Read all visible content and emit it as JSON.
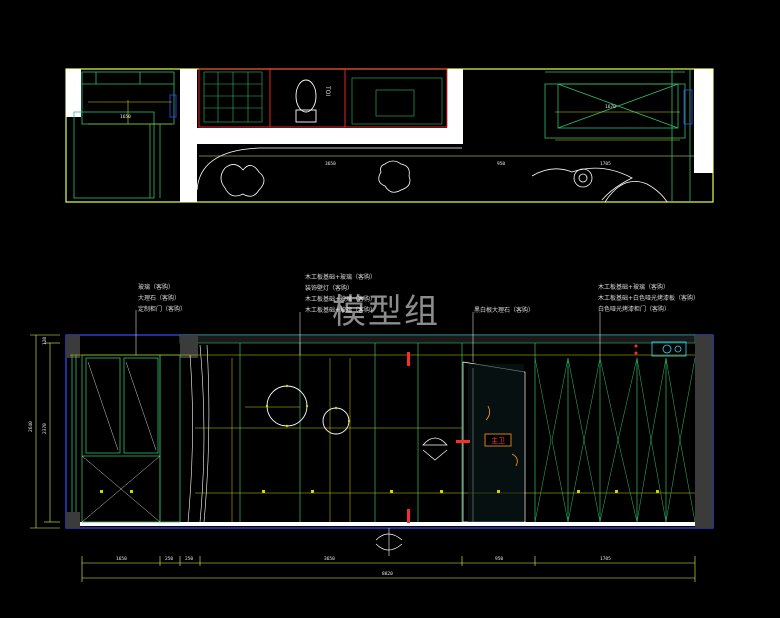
{
  "watermark": "模型组",
  "colors": {
    "background": "#000000",
    "frame_yellow": "#e6ff4a",
    "wall_white": "#ffffff",
    "line_green": "#2fbf6f",
    "dim_yellow": "#d4d400",
    "wall_blue": "#3a4cff",
    "accent_red": "#ff2a2a",
    "cyan": "#38d6ff"
  },
  "plan": {
    "dims": [
      "1650",
      "3650",
      "950",
      "1705",
      "1670"
    ],
    "toilet_label": "TOI"
  },
  "elevation": {
    "notes_left": [
      "玻璃（客购）",
      "大理石（客购）",
      "定制柜门（客购）"
    ],
    "notes_center": [
      "木工板基础+玻璃（客购）",
      "装饰壁灯（客购）",
      "木工板基础+玻璃（客购）",
      "木工板基础+玻璃（客购）"
    ],
    "note_marble": "黑白根大理石（客购）",
    "notes_right": [
      "木工板基础+玻璃（客购）",
      "木工板基础+白色哑光烤漆板（客购）",
      "白色哑光烤漆柜门（客购）"
    ],
    "room_tag": "主卫",
    "height_dims": [
      "2640",
      "2370",
      "120"
    ],
    "bottom_dims": [
      "1650",
      "250",
      "250",
      "3650",
      "950",
      "1705"
    ],
    "total_width": "8820"
  }
}
